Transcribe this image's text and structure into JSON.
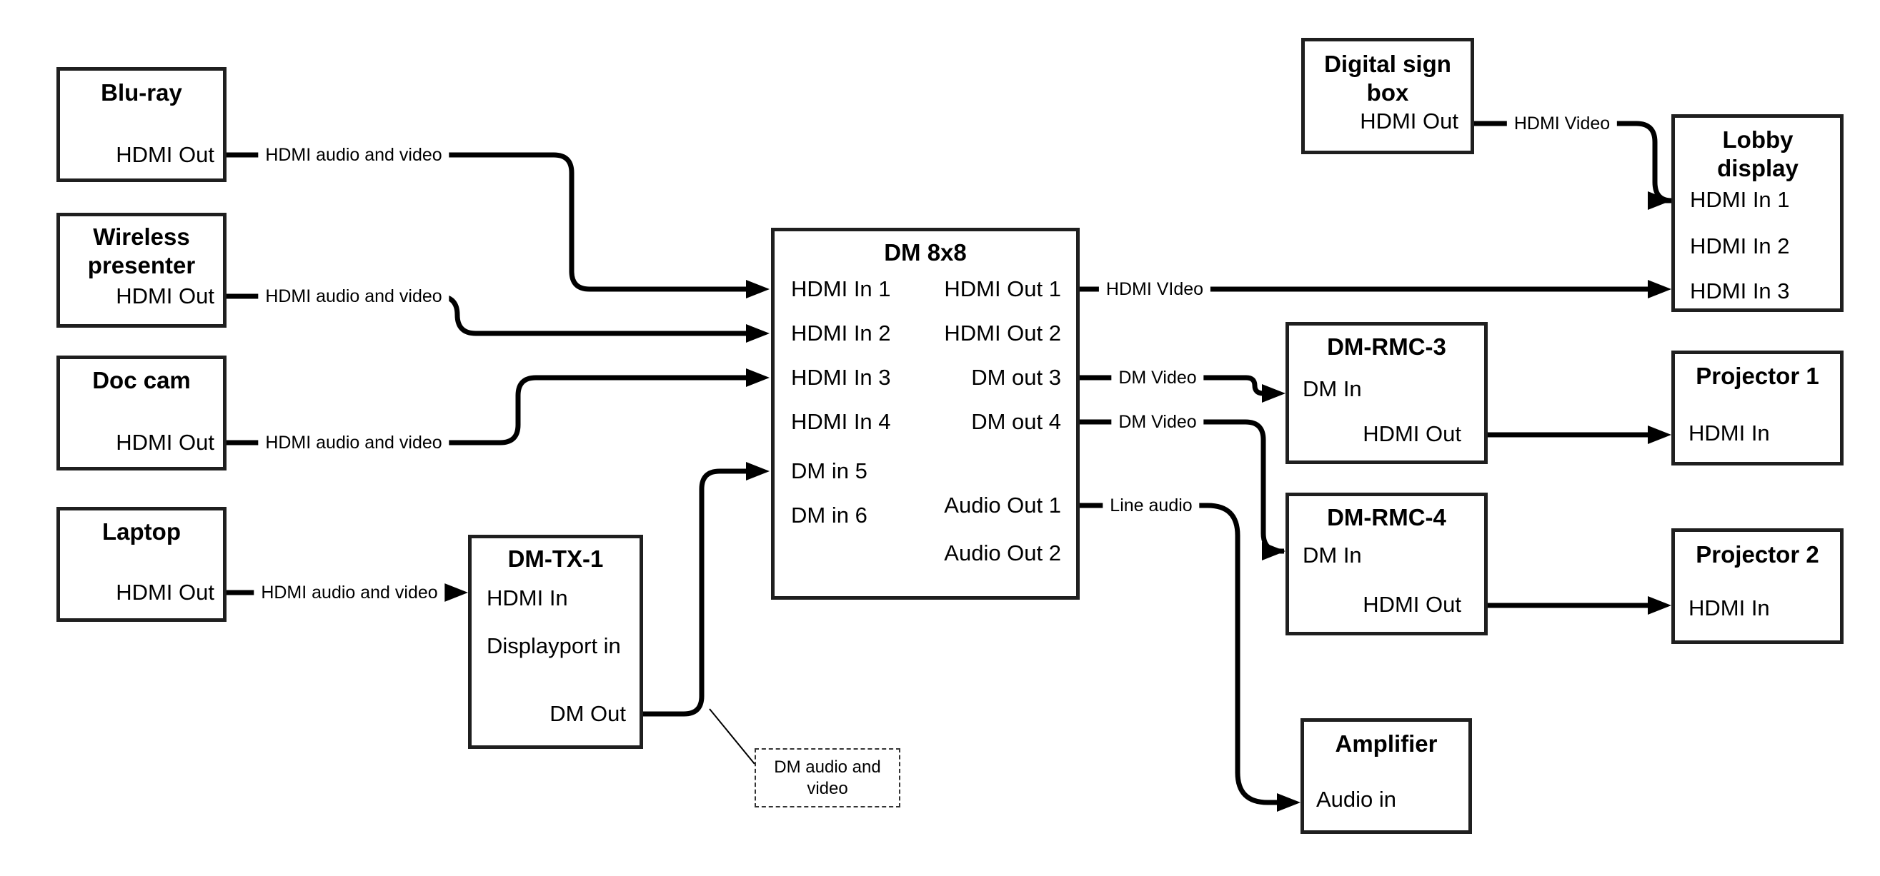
{
  "nodes": {
    "bluray": {
      "title": "Blu-ray",
      "port_out": "HDMI Out"
    },
    "wireless": {
      "title": "Wireless presenter",
      "port_out": "HDMI Out"
    },
    "doccam": {
      "title": "Doc cam",
      "port_out": "HDMI Out"
    },
    "laptop": {
      "title": "Laptop",
      "port_out": "HDMI Out"
    },
    "dmtx1": {
      "title": "DM-TX-1",
      "port_hdmi_in": "HDMI In",
      "port_dp_in": "Displayport in",
      "port_dm_out": "DM Out"
    },
    "dm8x8": {
      "title": "DM 8x8",
      "in1": "HDMI In 1",
      "in2": "HDMI In 2",
      "in3": "HDMI In 3",
      "in4": "HDMI In 4",
      "in5": "DM in 5",
      "in6": "DM in 6",
      "out1": "HDMI Out 1",
      "out2": "HDMI Out 2",
      "out3": "DM out 3",
      "out4": "DM out 4",
      "aout1": "Audio Out 1",
      "aout2": "Audio Out 2"
    },
    "digitalsign": {
      "title": "Digital sign box",
      "port_out": "HDMI Out"
    },
    "lobby": {
      "title": "Lobby display",
      "in1": "HDMI In 1",
      "in2": "HDMI In 2",
      "in3": "HDMI In 3"
    },
    "dmrmc3": {
      "title": "DM-RMC-3",
      "port_in": "DM In",
      "port_out": "HDMI Out"
    },
    "proj1": {
      "title": "Projector 1",
      "port_in": "HDMI In"
    },
    "dmrmc4": {
      "title": "DM-RMC-4",
      "port_in": "DM In",
      "port_out": "HDMI Out"
    },
    "proj2": {
      "title": "Projector 2",
      "port_in": "HDMI In"
    },
    "amplifier": {
      "title": "Amplifier",
      "port_in": "Audio in"
    }
  },
  "edge_labels": {
    "bluray": "HDMI audio and video",
    "wireless": "HDMI audio and video",
    "doccam": "HDMI audio and video",
    "laptop": "HDMI audio and video",
    "out1": "HDMI VIdeo",
    "out3": "DM Video",
    "out4": "DM Video",
    "audio1": "Line audio",
    "digitalsign": "HDMI Video"
  },
  "note": {
    "text": "DM audio and video"
  },
  "colors": {
    "line": "#000000",
    "border": "#1f1f1f",
    "background": "#ffffff",
    "text": "#000000"
  }
}
